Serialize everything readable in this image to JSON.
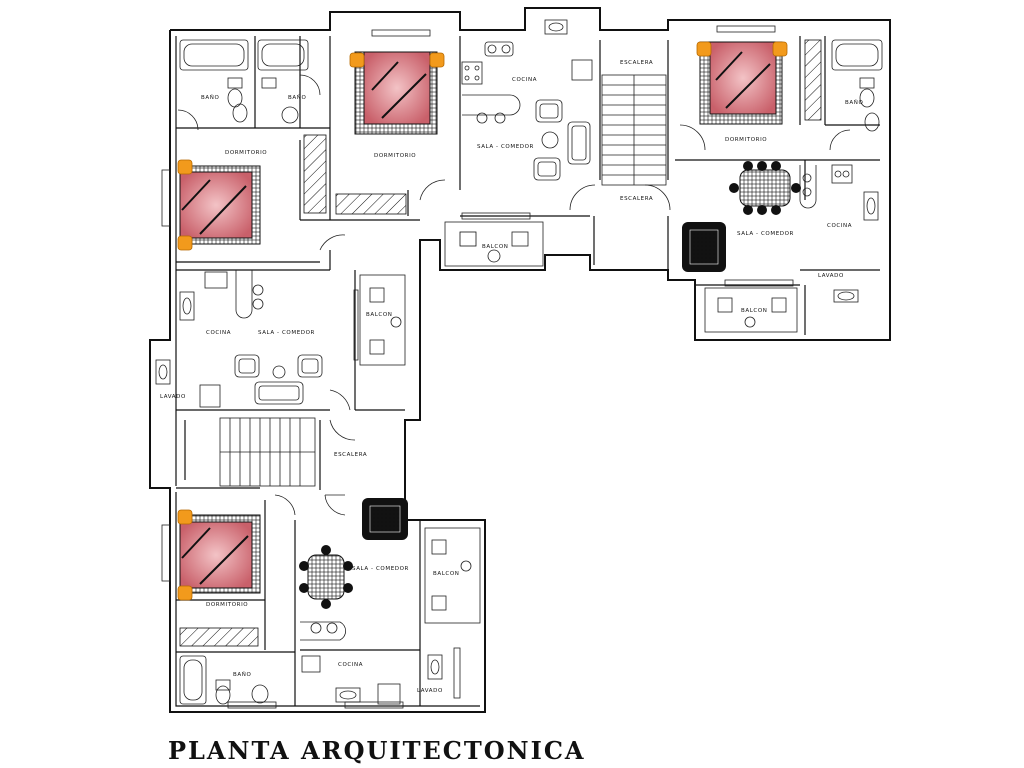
{
  "title": "PLANTA ARQUITECTONICA",
  "labels": {
    "bano": "BAÑO",
    "dormitorio": "DORMITORIO",
    "cocina": "COCINA",
    "sala_comedor": "SALA - COMEDOR",
    "escalera": "ESCALERA",
    "lavado": "LAVADO",
    "balcon": "BALCON"
  },
  "colors": {
    "bed": "#d97f86",
    "lamp": "#f29a1c",
    "wall": "#111111"
  }
}
